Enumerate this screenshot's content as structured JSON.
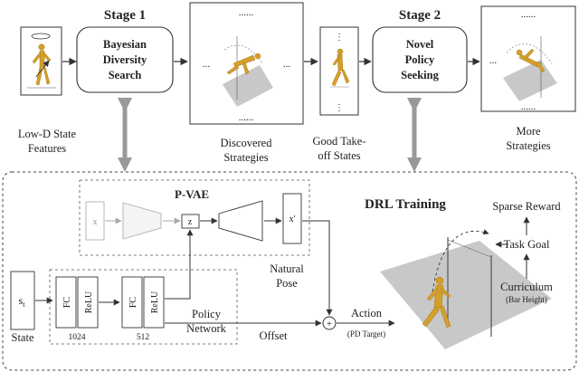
{
  "stage1": {
    "title": "Stage 1",
    "box_lines": [
      "Bayesian",
      "Diversity",
      "Search"
    ],
    "input_label_lines": [
      "Low-D State",
      "Features"
    ],
    "output_label_lines": [
      "Discovered",
      "Strategies"
    ],
    "dots": "......"
  },
  "stage2": {
    "title": "Stage 2",
    "box_lines": [
      "Novel",
      "Policy",
      "Seeking"
    ],
    "input_label_lines": [
      "Good Take-",
      "off States"
    ],
    "output_label_lines": [
      "More",
      "Strategies"
    ],
    "dots": "......"
  },
  "drl": {
    "title": "DRL Training",
    "pvae": {
      "title": "P-VAE",
      "x_label": "x",
      "z_label": "z",
      "xprime_label": "x'",
      "natural_pose_lines": [
        "Natural",
        "Pose"
      ]
    },
    "state_symbol": "s",
    "state_subscript": "t",
    "state_label": "State",
    "fc_label": "FC",
    "relu_label": "ReLU",
    "layer1_units": "1024",
    "layer2_units": "512",
    "policy_network_lines": [
      "Policy",
      "Network"
    ],
    "offset_label": "Offset",
    "sum_symbol": "+",
    "action_label": "Action",
    "action_sub": "(PD Target)",
    "sparse_reward": "Sparse Reward",
    "task_goal": "Task Goal",
    "curriculum": "Curriculum",
    "curriculum_sub": "(Bar Height)"
  },
  "colors": {
    "figure": "#d4a02a",
    "figure_dark": "#a8781a",
    "ground": "#c8c8c8",
    "link_arrow": "#999999",
    "pvae_faded": "#b0b0b0"
  }
}
